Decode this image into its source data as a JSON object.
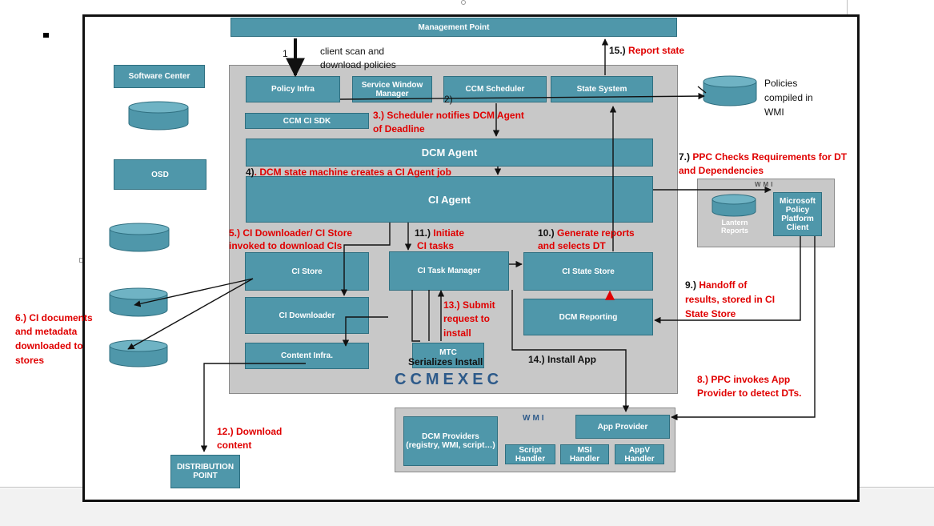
{
  "boxes": {
    "management_point": "Management Point",
    "software_center": "Software Center",
    "osd": "OSD",
    "policy_infra": "Policy Infra",
    "service_window_manager": "Service Window Manager",
    "ccm_scheduler": "CCM Scheduler",
    "state_system": "State System",
    "ccm_ci_sdk": "CCM CI SDK",
    "dcm_agent": "DCM Agent",
    "ci_agent": "CI Agent",
    "ci_store": "CI Store",
    "ci_task_manager": "CI Task Manager",
    "ci_state_store": "CI State Store",
    "ci_downloader": "CI Downloader",
    "dcm_reporting": "DCM Reporting",
    "content_infra": "Content Infra.",
    "mtc": "MTC",
    "distribution_point": "DISTRIBUTION POINT",
    "lantern_reports": "Lantern Reports",
    "microsoft_ppc": "Microsoft Policy Platform Client",
    "dcm_providers": "DCM Providers (registry, WMI, script…)",
    "app_provider": "App Provider",
    "script_handler": "Script Handler",
    "msi_handler": "MSI Handler",
    "appv_handler": "AppV Handler"
  },
  "titles": {
    "ccmexec": "CCMEXEC",
    "wmi_small": "WMI",
    "wmi_bottom": "WMI"
  },
  "labels": {
    "step1_num": "1",
    "step1_text_1": "client scan and",
    "step1_text_2": "download policies",
    "step2_num": "2)",
    "policies_1": "Policies",
    "policies_2": "compiled in",
    "policies_3": "WMI",
    "serializes": "Serializes Install"
  },
  "steps": {
    "s3_1": "3.) Scheduler notifies DCM Agent",
    "s3_2": "of Deadline",
    "s4_num": "4)",
    "s4_text": ". DCM state machine creates a CI Agent job",
    "s5_num": "5.)",
    "s5_text_1": "CI Downloader/ CI Store",
    "s5_text_2": "invoked to download CIs",
    "s6_1": "6.) CI documents",
    "s6_2": "and metadata",
    "s6_3": "downloaded to",
    "s6_4": "stores",
    "s7_num": "7.)",
    "s7_text_1": "PPC Checks Requirements for DT",
    "s7_text_2": "and Dependencies",
    "s8_1": "8.) PPC invokes App",
    "s8_2": "Provider to detect DTs.",
    "s9_num": "9.)",
    "s9_text_1": "Handoff of",
    "s9_text_2": "results, stored in CI",
    "s9_text_3": "State Store",
    "s10_num": "10.)",
    "s10_text_1": "Generate reports",
    "s10_text_2": "and selects DT",
    "s11_num": "11.)",
    "s11_text_1": "Initiate",
    "s11_text_2": "CI tasks",
    "s12_1": "12.) Download",
    "s12_2": "content",
    "s13_1": "13.) Submit",
    "s13_2": "request to",
    "s13_3": "install",
    "s14": "14.) Install App",
    "s15_num": "15.)",
    "s15_text": "Report state"
  },
  "colors": {
    "box_fill": "#4f97aa",
    "box_border": "#2f6f80",
    "container_fill": "#c8c8c8",
    "step_text": "#e00000",
    "ccmexec_text": "#2d5a8a"
  }
}
